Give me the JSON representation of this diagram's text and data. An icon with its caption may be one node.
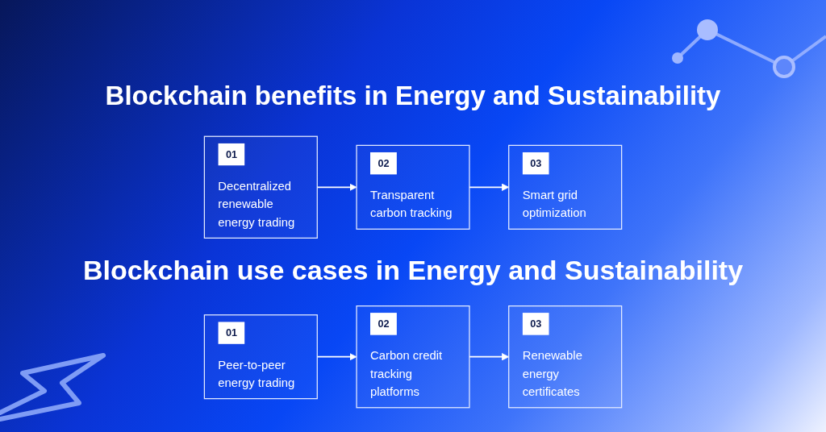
{
  "diagram": {
    "title": "Blockchain benefits in Energy and Sustainability",
    "nodes": [
      {
        "text": [
          "01",
          "Decentralized renewable energy trading"
        ]
      },
      {
        "text": [
          "02",
          "Transparent carbon tracking"
        ]
      },
      {
        "text": [
          "03",
          "Smart grid optimization"
        ]
      },
      {
        "text": [
          "01",
          "Peer-to-peer energy trading"
        ]
      },
      {
        "text": [
          "02",
          "Carbon credit tracking platforms"
        ]
      },
      {
        "text": [
          "03",
          "Renewable energy certificates"
        ]
      }
    ],
    "edges": [
      {
        "from": 0,
        "to": 1,
        "arrow": "to"
      },
      {
        "from": 1,
        "to": 2,
        "arrow": "to"
      },
      {
        "from": 3,
        "to": 4,
        "arrow": "to"
      },
      {
        "from": 4,
        "to": 5,
        "arrow": "to"
      }
    ],
    "labels": [
      "Blockchain use cases in Energy and Sustainability"
    ]
  }
}
